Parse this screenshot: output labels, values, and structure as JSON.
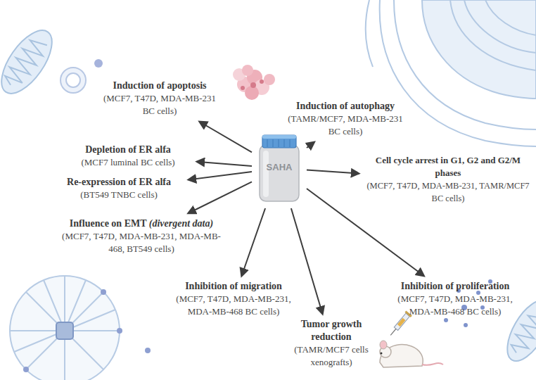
{
  "diagram": {
    "nodes": [
      {
        "text": [
          "SAHA"
        ]
      },
      {
        "text": [
          "Induction of apoptosis",
          "(MCF7, T47D, MDA-MB-231 BC cells)"
        ]
      },
      {
        "text": [
          "Induction of autophagy",
          "(TAMR/MCF7, MDA-MB-231 BC cells)"
        ]
      },
      {
        "text": [
          "Depletion of ER alfa",
          "(MCF7 luminal BC cells)"
        ]
      },
      {
        "text": [
          "Cell cycle arrest in G1, G2 and G2/M phases",
          "(MCF7, T47D, MDA-MB-231, TAMR/MCF7 BC cells)"
        ]
      },
      {
        "text": [
          "Re-expression of ER alfa",
          "(BT549 TNBC cells)"
        ]
      },
      {
        "text": [
          "Influence on EMT (divergent data)",
          "(MCF7, T47D, MDA-MB-231, MDA-MB-468, BT549 cells)"
        ]
      },
      {
        "text": [
          "Inhibition of proliferation",
          "(MCF7, T47D, MDA-MB-231, MDA-MB-468 BC cells)"
        ]
      },
      {
        "text": [
          "Inhibition of migration",
          "(MCF7, T47D, MDA-MB-231, MDA-MB-468 BC cells)"
        ]
      },
      {
        "text": [
          "Tumor growth reduction",
          "(TAMR/MCF7 cells xenografts)"
        ]
      }
    ],
    "edges": [
      {
        "from": 0,
        "to": 1,
        "arrow": "to"
      },
      {
        "from": 0,
        "to": 2,
        "arrow": "to"
      },
      {
        "from": 0,
        "to": 3,
        "arrow": "to"
      },
      {
        "from": 0,
        "to": 4,
        "arrow": "to"
      },
      {
        "from": 0,
        "to": 5,
        "arrow": "to"
      },
      {
        "from": 0,
        "to": 6,
        "arrow": "to"
      },
      {
        "from": 0,
        "to": 7,
        "arrow": "to"
      },
      {
        "from": 0,
        "to": 8,
        "arrow": "to"
      },
      {
        "from": 0,
        "to": 9,
        "arrow": "to"
      }
    ]
  }
}
